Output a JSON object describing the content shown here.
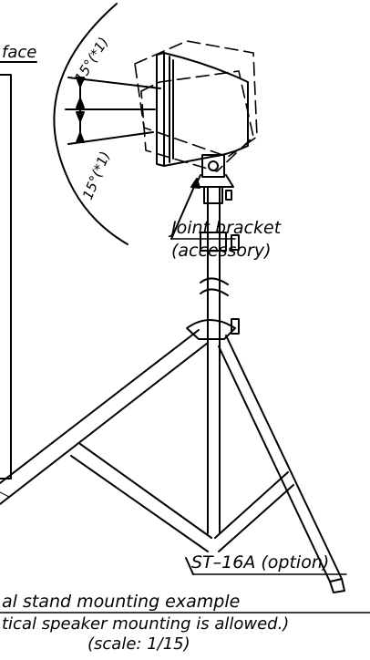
{
  "labels": {
    "surface": "face",
    "angle_top": "15°(*1)",
    "angle_bottom": "15°(*1)",
    "joint_bracket": "Joint bracket",
    "joint_bracket_note": "(accessory)",
    "stand": "ST–16A (option)",
    "caption": "al stand mounting example",
    "note": "tical speaker mounting is allowed.)",
    "scale": "(scale: 1/15)"
  }
}
